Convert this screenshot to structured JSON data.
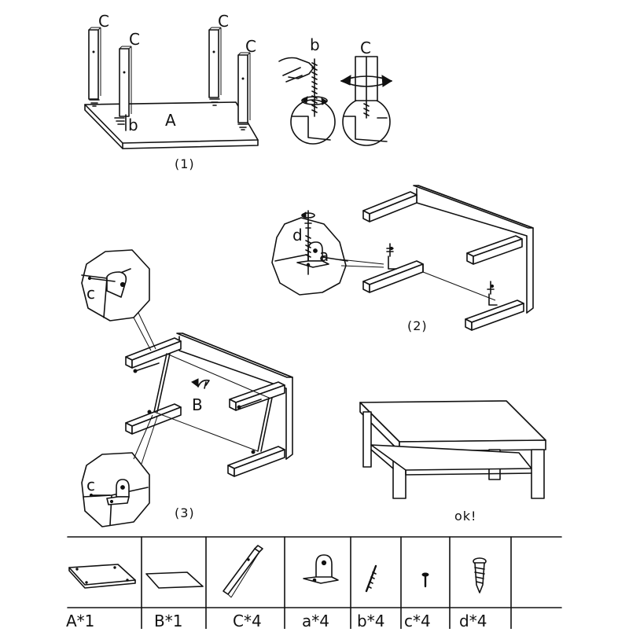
{
  "labels": {
    "part_c": "C",
    "part_b": "b",
    "part_a_upper": "A",
    "part_a_lower": "a",
    "part_d": "d",
    "part_c_small": "c",
    "part_b_upper": "B"
  },
  "steps": {
    "step1": "(1)",
    "step2": "(2)",
    "step3": "(3)",
    "done": "ok!"
  },
  "parts_list": [
    {
      "name": "A*1"
    },
    {
      "name": "B*1"
    },
    {
      "name": "C*4"
    },
    {
      "name": "a*4"
    },
    {
      "name": "b*4"
    },
    {
      "name": "c*4"
    },
    {
      "name": "d*4"
    }
  ]
}
